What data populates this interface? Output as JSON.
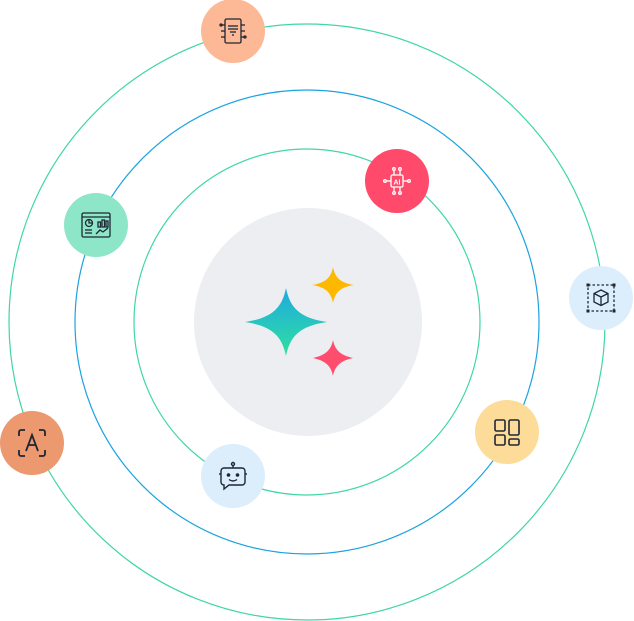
{
  "colors": {
    "center_disc": "#eceef2",
    "orbit_outer": "#3fd6a8",
    "orbit_middle": "#1aa3e0",
    "orbit_inner": "#3fd6a8",
    "sparkle_large_top": "#1fa9e0",
    "sparkle_large_bottom": "#2fe0a0",
    "sparkle_gold": "#ffb800",
    "sparkle_red": "#ff4d6d",
    "icon_stroke": "#1f2733",
    "icon_stroke_light": "#ffffff"
  },
  "nodes": [
    {
      "id": "chip-document",
      "icon": "chip-document-icon",
      "bg": "#fdb896"
    },
    {
      "id": "ai-processor",
      "icon": "ai-processor-icon",
      "bg": "#ff4a6b"
    },
    {
      "id": "analytics-dashboard",
      "icon": "analytics-dashboard-icon",
      "bg": "#8ee6c8"
    },
    {
      "id": "3d-box",
      "icon": "3d-box-icon",
      "bg": "#dceefc"
    },
    {
      "id": "layout-grid",
      "icon": "layout-grid-icon",
      "bg": "#fcdc98"
    },
    {
      "id": "chatbot",
      "icon": "chatbot-icon",
      "bg": "#dceefc"
    },
    {
      "id": "text-recognition",
      "icon": "text-recognition-icon",
      "bg": "#ec9970"
    }
  ]
}
